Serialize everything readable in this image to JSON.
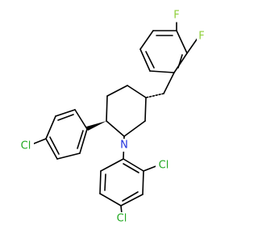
{
  "colors": {
    "bond": "#000000",
    "F": "#8fcf3a",
    "Cl": "#22a822",
    "N": "#2233dd"
  },
  "atoms": {
    "f_top": "F",
    "f_right": "F",
    "cl_left": "Cl",
    "cl_ortho": "Cl",
    "cl_para": "Cl",
    "n_ring": "N"
  }
}
